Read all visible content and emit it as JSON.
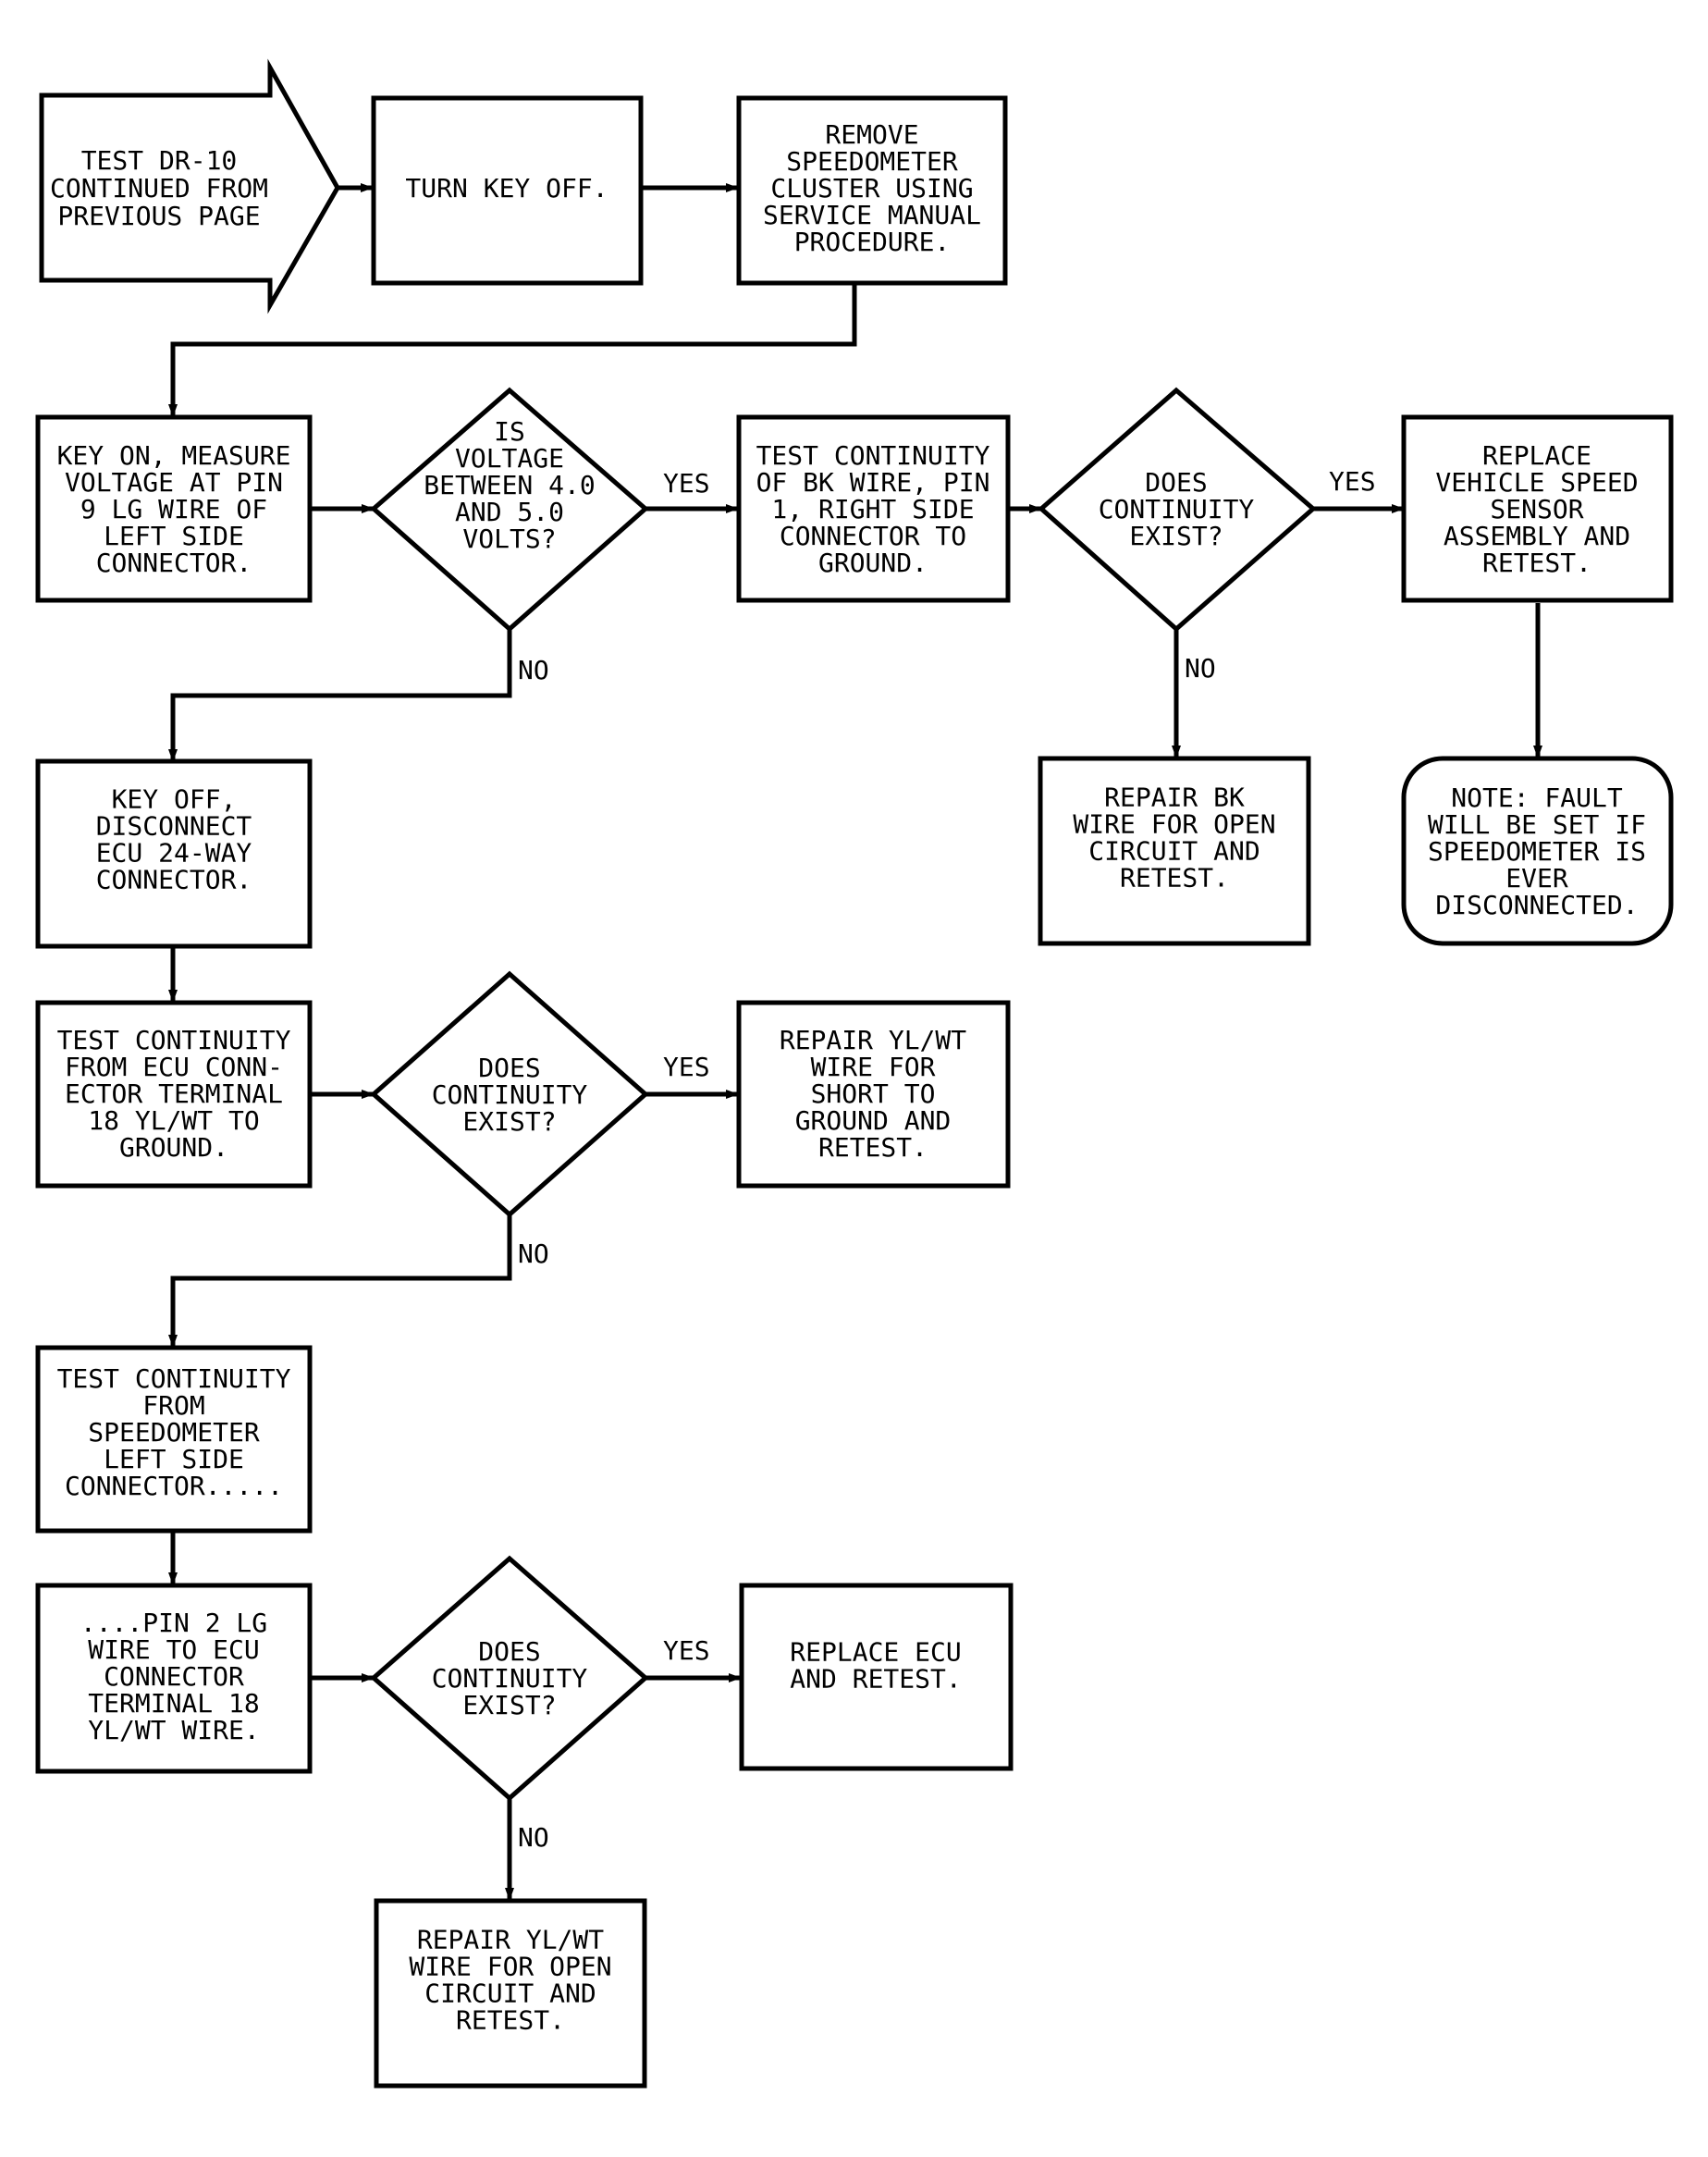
{
  "nodes": {
    "start": [
      "TEST DR-10",
      "CONTINUED FROM",
      "PREVIOUS PAGE"
    ],
    "turn_key_off": [
      "TURN KEY OFF."
    ],
    "remove_cluster": [
      "REMOVE",
      "SPEEDOMETER",
      "CLUSTER USING",
      "SERVICE MANUAL",
      "PROCEDURE."
    ],
    "key_on_measure": [
      "KEY ON, MEASURE",
      "VOLTAGE AT PIN",
      "9 LG WIRE OF",
      "LEFT SIDE",
      "CONNECTOR."
    ],
    "decision_voltage": [
      "IS",
      "VOLTAGE",
      "BETWEEN 4.0",
      "AND 5.0",
      "VOLTS?"
    ],
    "test_bk_wire": [
      "TEST CONTINUITY",
      "OF BK WIRE, PIN",
      "1, RIGHT SIDE",
      "CONNECTOR TO",
      "GROUND."
    ],
    "decision_continuity_bk": [
      "DOES",
      "CONTINUITY",
      "EXIST?"
    ],
    "replace_sensor": [
      "REPLACE",
      "VEHICLE SPEED",
      "SENSOR",
      "ASSEMBLY AND",
      "RETEST."
    ],
    "repair_bk": [
      "REPAIR BK",
      "WIRE FOR OPEN",
      "CIRCUIT AND",
      "RETEST."
    ],
    "note_fault": [
      "NOTE: FAULT",
      "WILL BE SET IF",
      "SPEEDOMETER IS",
      "EVER",
      "DISCONNECTED."
    ],
    "key_off_disconnect": [
      "KEY OFF,",
      "DISCONNECT",
      "ECU 24-WAY",
      "CONNECTOR."
    ],
    "test_ecu_terminal": [
      "TEST CONTINUITY",
      "FROM ECU CONN-",
      "ECTOR TERMINAL",
      "18 YL/WT TO",
      "GROUND."
    ],
    "decision_continuity_short": [
      "DOES",
      "CONTINUITY",
      "EXIST?"
    ],
    "repair_short": [
      "REPAIR YL/WT",
      "WIRE FOR",
      "SHORT TO",
      "GROUND AND",
      "RETEST."
    ],
    "test_speedo_left": [
      "TEST CONTINUITY",
      "FROM",
      "SPEEDOMETER",
      "LEFT SIDE",
      "CONNECTOR....."
    ],
    "pin2_lg": [
      "....PIN 2 LG",
      "WIRE TO ECU",
      "CONNECTOR",
      "TERMINAL 18",
      "YL/WT WIRE."
    ],
    "decision_continuity_open": [
      "DOES",
      "CONTINUITY",
      "EXIST?"
    ],
    "replace_ecu": [
      "REPLACE ECU",
      "AND RETEST."
    ],
    "repair_open": [
      "REPAIR YL/WT",
      "WIRE FOR OPEN",
      "CIRCUIT AND",
      "RETEST."
    ]
  },
  "edge_labels": {
    "voltage_yes": "YES",
    "voltage_no": "NO",
    "bk_yes": "YES",
    "bk_no": "NO",
    "short_yes": "YES",
    "short_no": "NO",
    "open_yes": "YES",
    "open_no": "NO"
  }
}
